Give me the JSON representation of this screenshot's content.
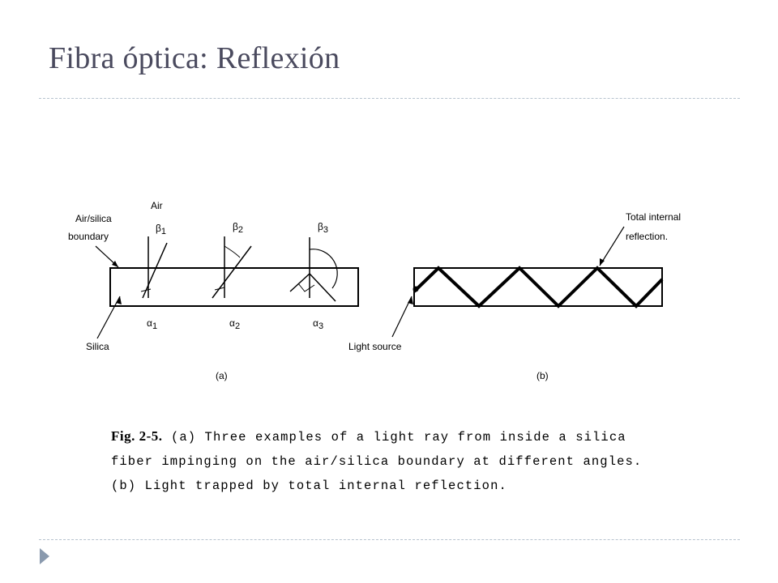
{
  "slide": {
    "title": "Fibra óptica: Reflexión"
  },
  "diagram": {
    "labels": {
      "air": "Air",
      "boundary_line1": "Air/silica",
      "boundary_line2": "boundary",
      "silica": "Silica",
      "tir_line1": "Total internal",
      "tir_line2": "reflection.",
      "light_source": "Light source",
      "panel_a": "(a)",
      "panel_b": "(b)",
      "beta": "β",
      "alpha": "α",
      "idx1": "1",
      "idx2": "2",
      "idx3": "3"
    },
    "caption": {
      "fig_label": "Fig. 2-5.",
      "line1": "(a) Three examples of a light ray from inside a silica",
      "line2": "fiber impinging on the air/silica boundary at different angles.",
      "line3": "(b) Light trapped by total internal reflection."
    }
  },
  "colors": {
    "title": "#4a4a5e",
    "rule": "#b7c3cf",
    "bullet": "#8a9aae"
  }
}
